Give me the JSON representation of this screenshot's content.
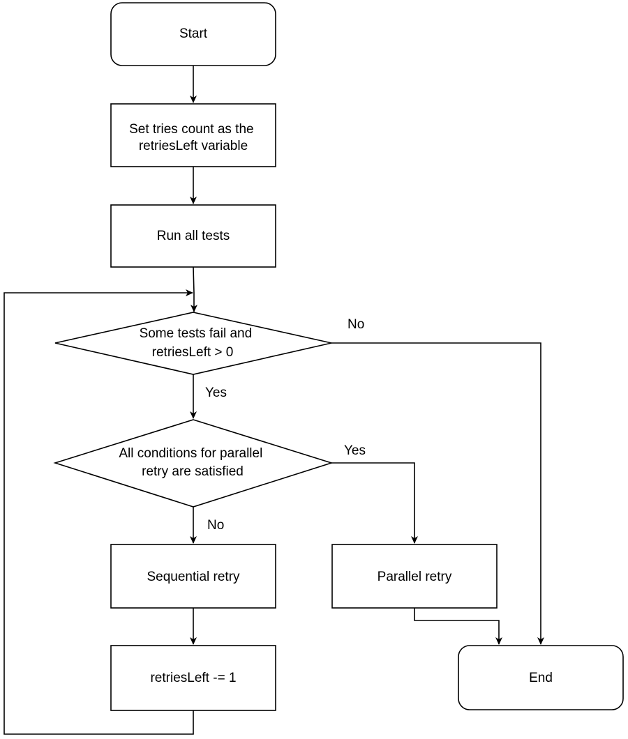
{
  "nodes": {
    "start": "Start",
    "set_tries": [
      "Set tries count as the",
      "retriesLeft variable"
    ],
    "run_tests": "Run all tests",
    "decision_fail": [
      "Some tests fail and",
      "retriesLeft > 0"
    ],
    "decision_parallel": [
      "All conditions for parallel",
      "retry are satisfied"
    ],
    "sequential_retry": "Sequential retry",
    "parallel_retry": "Parallel retry",
    "decrement": "retriesLeft -= 1",
    "end": "End"
  },
  "edge_labels": {
    "fail_no": "No",
    "fail_yes": "Yes",
    "parallel_yes": "Yes",
    "parallel_no": "No"
  }
}
